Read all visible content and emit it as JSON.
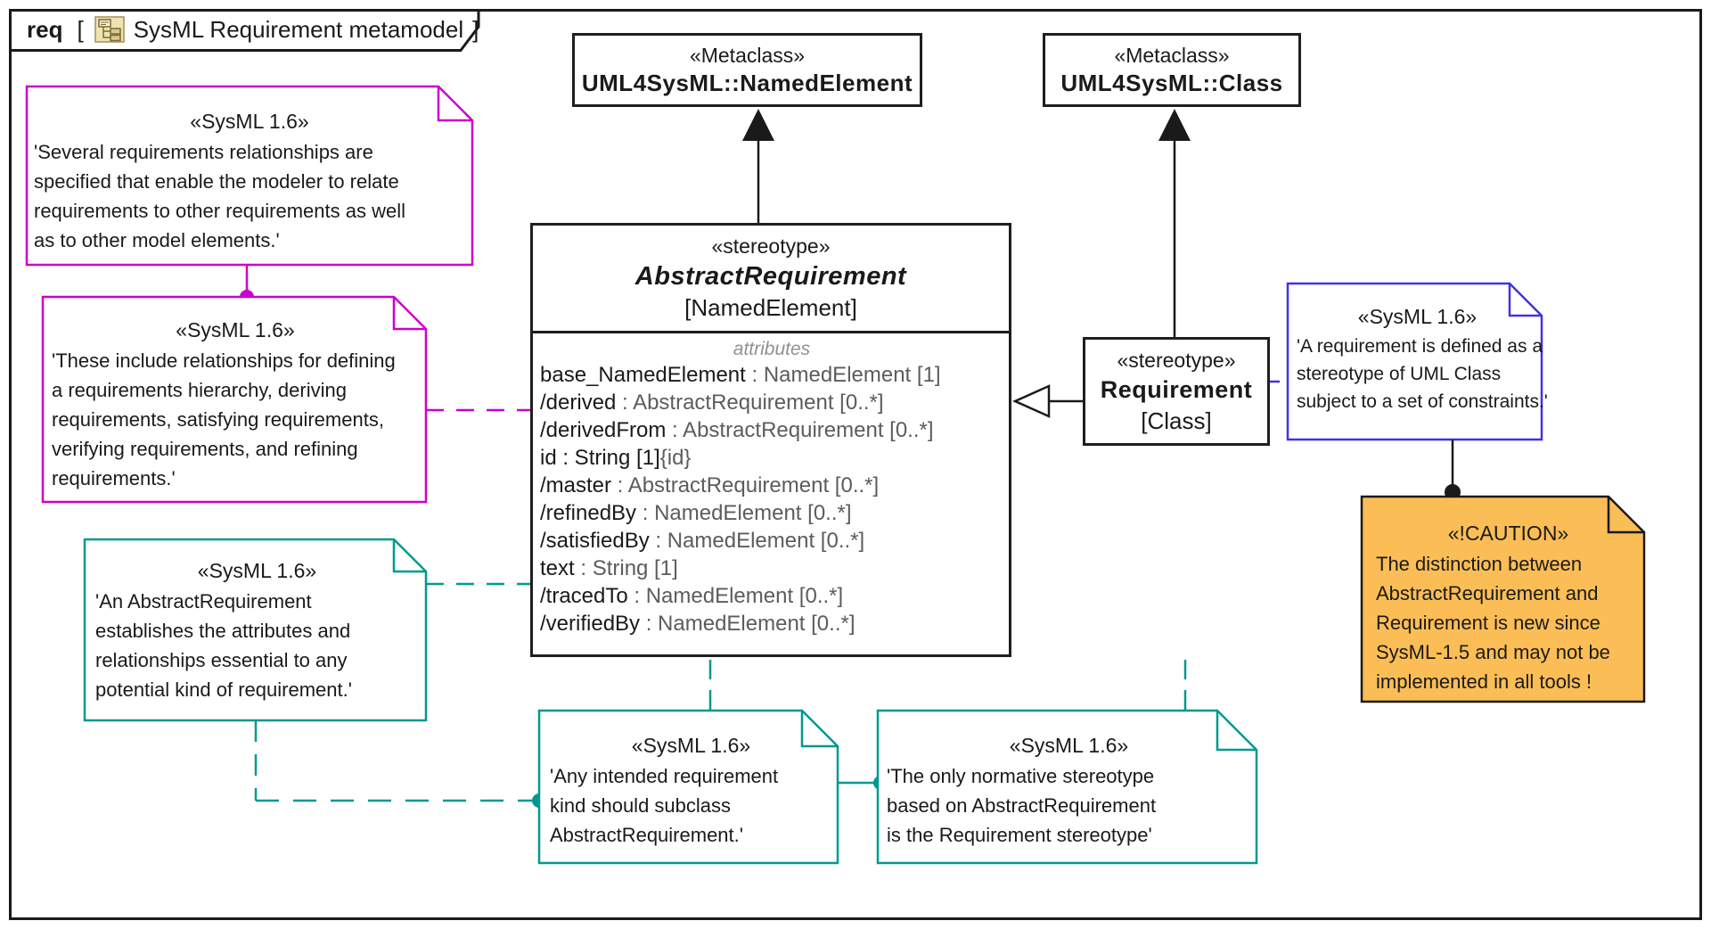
{
  "header": {
    "keyword": "req",
    "open_bracket": "[",
    "title": "SysML Requirement metamodel",
    "close_bracket": "]",
    "icon": "requirement-diagram-icon"
  },
  "colors": {
    "magenta": "#CC00CC",
    "teal": "#00998F",
    "blue": "#4133E0",
    "orange_fill": "#FBBD55",
    "line_black": "#1A1A1A",
    "attr_type_gray": "#5C5C5C",
    "compartment_label_gray": "#909090"
  },
  "metaclasses": {
    "named_element": {
      "stereotype": "«Metaclass»",
      "name": "UML4SysML::NamedElement"
    },
    "class": {
      "stereotype": "«Metaclass»",
      "name": "UML4SysML::Class"
    }
  },
  "abstract_requirement": {
    "stereotype": "«stereotype»",
    "name": "AbstractRequirement",
    "base": "[NamedElement]",
    "compartment_label": "attributes",
    "attributes": [
      {
        "name": "base_NamedElement",
        "type": " : NamedElement [1]"
      },
      {
        "name": "/derived",
        "type": " : AbstractRequirement [0..*]"
      },
      {
        "name": "/derivedFrom",
        "type": " : AbstractRequirement [0..*]"
      },
      {
        "name": "id : String [1]",
        "type": "{id}"
      },
      {
        "name": "/master",
        "type": " : AbstractRequirement [0..*]"
      },
      {
        "name": "/refinedBy",
        "type": " : NamedElement [0..*]"
      },
      {
        "name": "/satisfiedBy",
        "type": " : NamedElement [0..*]"
      },
      {
        "name": "text",
        "type": " : String [1]"
      },
      {
        "name": "/tracedTo",
        "type": " : NamedElement [0..*]"
      },
      {
        "name": "/verifiedBy",
        "type": " : NamedElement [0..*]"
      }
    ]
  },
  "requirement": {
    "stereotype": "«stereotype»",
    "name": "Requirement",
    "base": "[Class]"
  },
  "notes": {
    "relationships_intro": {
      "header": "«SysML 1.6»",
      "lines": [
        "'Several requirements relationships are",
        "specified that enable the modeler to relate",
        "requirements to other requirements as well",
        "as to other model elements.'"
      ]
    },
    "relationships_list": {
      "header": "«SysML 1.6»",
      "lines": [
        "'These include relationships for defining",
        "a requirements hierarchy, deriving",
        "requirements, satisfying requirements,",
        "verifying requirements, and refining",
        "requirements.'"
      ]
    },
    "abstract_requirement_def": {
      "header": "«SysML 1.6»",
      "lines": [
        "'An AbstractRequirement",
        "establishes the attributes and",
        "relationships essential to any",
        "potential kind of requirement.'"
      ]
    },
    "subclass_guideline": {
      "header": "«SysML 1.6»",
      "lines": [
        "'Any intended requirement",
        "kind should subclass",
        "AbstractRequirement.'"
      ]
    },
    "normative_stereotype": {
      "header": "«SysML 1.6»",
      "lines": [
        "'The only normative stereotype",
        "based on AbstractRequirement",
        "is the Requirement stereotype'"
      ]
    },
    "requirement_def": {
      "header": "«SysML 1.6»",
      "lines": [
        "'A requirement is defined as a",
        "stereotype of UML Class",
        "subject to a set of constraints.'"
      ]
    },
    "caution": {
      "header": "«!CAUTION»",
      "lines": [
        "The distinction between",
        "AbstractRequirement and",
        "Requirement is new since",
        "SysML-1.5 and may not be",
        "implemented in all tools !"
      ]
    }
  }
}
